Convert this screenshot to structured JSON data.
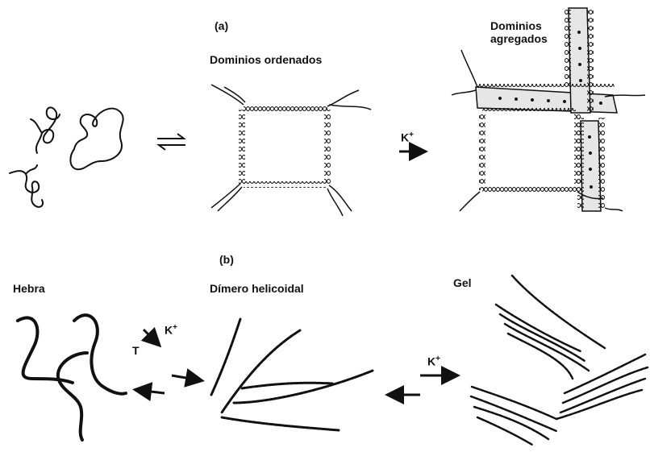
{
  "panel_a": {
    "label": "(a)",
    "ordered_label": "Dominios ordenados",
    "aggregated_label": "Dominios\nagregados",
    "ion": "K",
    "ion_charge": "+"
  },
  "panel_b": {
    "label": "(b)",
    "strand_label": "Hebra",
    "dimer_label": "Dímero helicoidal",
    "gel_label": "Gel",
    "temperature_label": "T",
    "ion1": "K",
    "ion1_charge": "+",
    "ion2": "K",
    "ion2_charge": "+"
  },
  "colors": {
    "ink": "#111111",
    "fill": "#e6e6e6"
  }
}
